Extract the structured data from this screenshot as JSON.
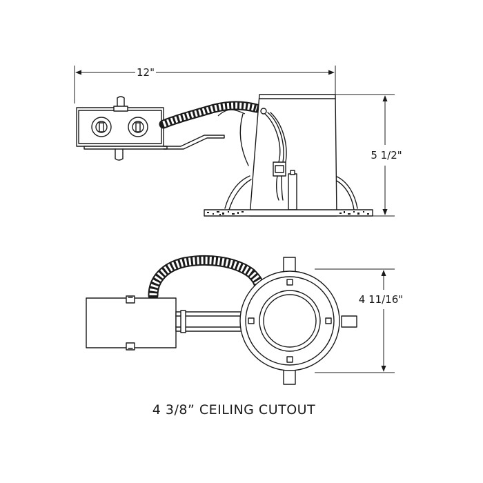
{
  "dimensions": {
    "width": "12\"",
    "height": "5 1/2\"",
    "ring_diameter": "4 11/16\""
  },
  "caption": "4 3/8” CEILING CUTOUT",
  "colors": {
    "line": "#1a1a1a",
    "background": "#ffffff"
  }
}
